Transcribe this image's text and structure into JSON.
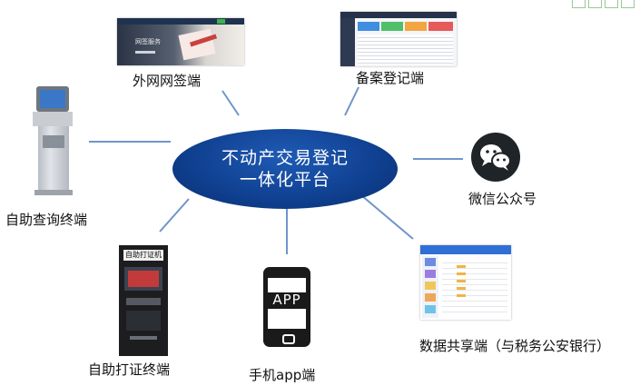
{
  "hub": {
    "line1": "不动产交易登记",
    "line2": "一体化平台"
  },
  "nodes": {
    "web": {
      "label": "外网网签端",
      "screen_title": "网签服务"
    },
    "record": {
      "label": "备案登记端"
    },
    "wechat": {
      "label": "微信公众号"
    },
    "datashare": {
      "label": "数据共享端（与税务公安银行）"
    },
    "app": {
      "label": "手机app端",
      "screen_text": "APP"
    },
    "print": {
      "label": "自助打证终端",
      "sign": "自助打证机"
    },
    "query": {
      "label": "自助查询终端"
    }
  },
  "colors": {
    "hub": "#0f3f8f",
    "line": "#6f95c9",
    "app_dark": "#1a1a1a"
  }
}
